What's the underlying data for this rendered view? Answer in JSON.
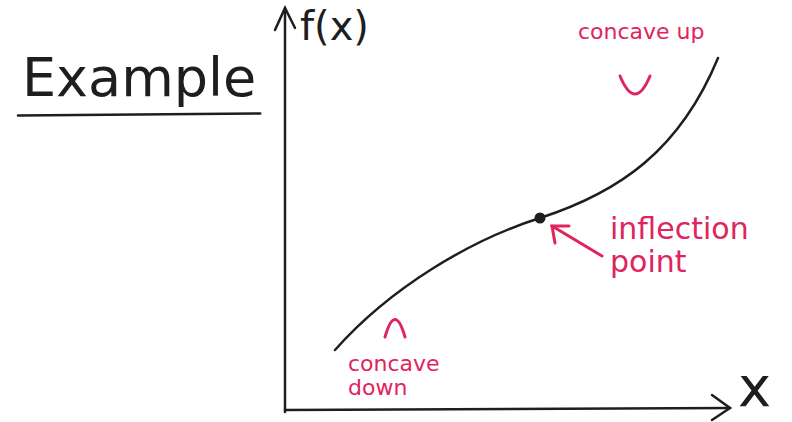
{
  "diagram": {
    "title": "Example",
    "labels": [
      "f(x)",
      "x",
      "concave up",
      "concave down",
      "inflection point"
    ]
  }
}
